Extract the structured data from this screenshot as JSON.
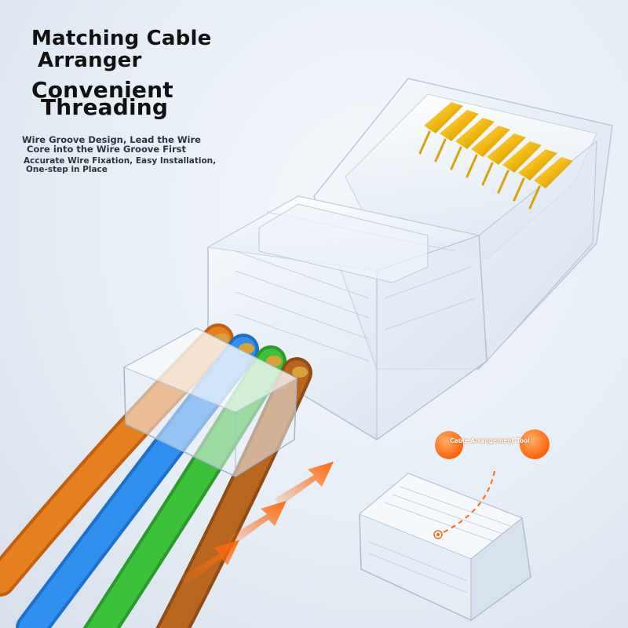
{
  "headline": {
    "line1": "Matching Cable",
    "line2": "Arranger",
    "line3": "Convenient",
    "line4": "Threading"
  },
  "description": {
    "line1": "Wire Groove Design, Lead the Wire",
    "line2": "Core into the Wire Groove First",
    "line3": "Accurate Wire Fixation, Easy Installation,",
    "line4": "One-step in Place"
  },
  "callout": {
    "label": "Cable Arrangement Tool"
  },
  "colors": {
    "background": "#e6edf5",
    "accent_orange": "#ff6a10",
    "wire_orange": "#e8801e",
    "wire_blue": "#2f8ff0",
    "wire_green": "#3cc23a",
    "wire_brown": "#b8661e",
    "gold_contacts": "#f0b80f",
    "headline_text": "#111111"
  }
}
